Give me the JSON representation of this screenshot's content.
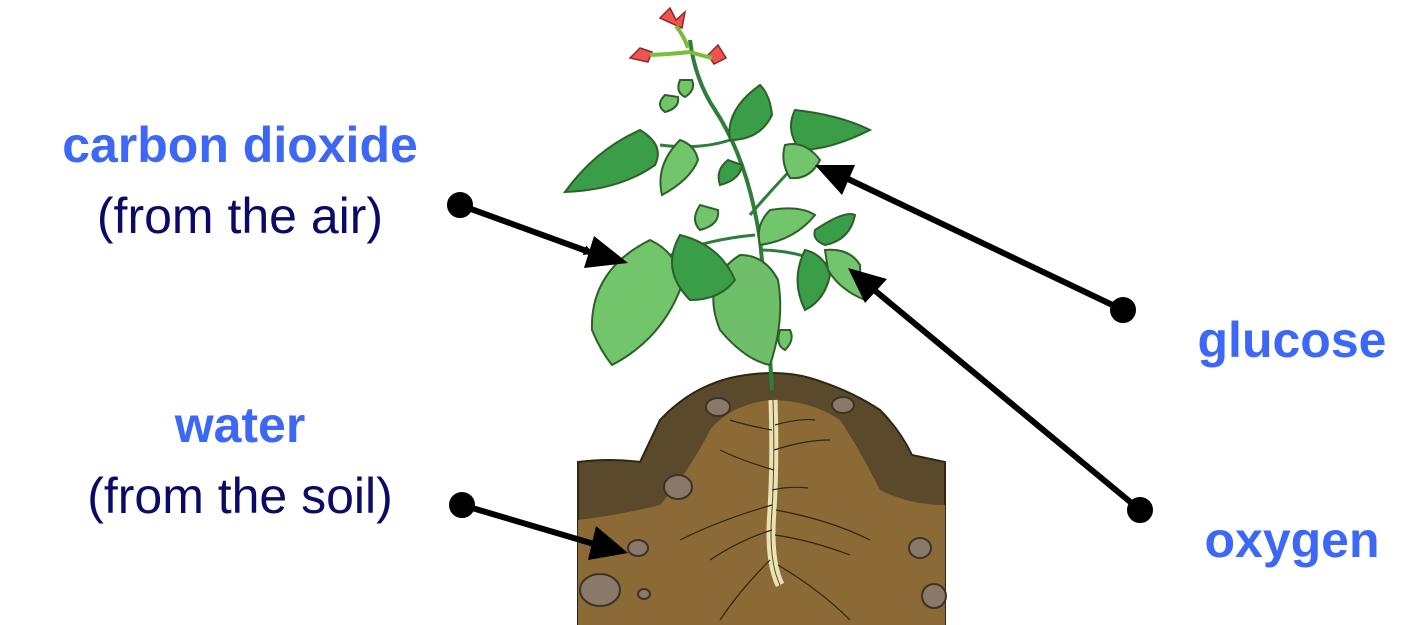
{
  "labels": {
    "carbon_dioxide": {
      "title": "carbon dioxide",
      "subtitle": "(from the air)"
    },
    "water": {
      "title": "water",
      "subtitle": "(from the soil)"
    },
    "glucose": {
      "title": "glucose"
    },
    "oxygen": {
      "title": "oxygen"
    }
  },
  "colors": {
    "label_highlight": "#3d68f5",
    "label_text": "#0b0b66",
    "arrow": "#000000",
    "leaf_dark": "#3a9e48",
    "leaf_light": "#72c56b",
    "stem": "#2e7d3a",
    "flower": "#f0524f",
    "soil_top": "#5a4a2b",
    "soil_bottom": "#8b6a35",
    "root": "#e9e3b4"
  },
  "icons": [
    "plant-illustration",
    "soil-illustration",
    "root-illustration"
  ]
}
